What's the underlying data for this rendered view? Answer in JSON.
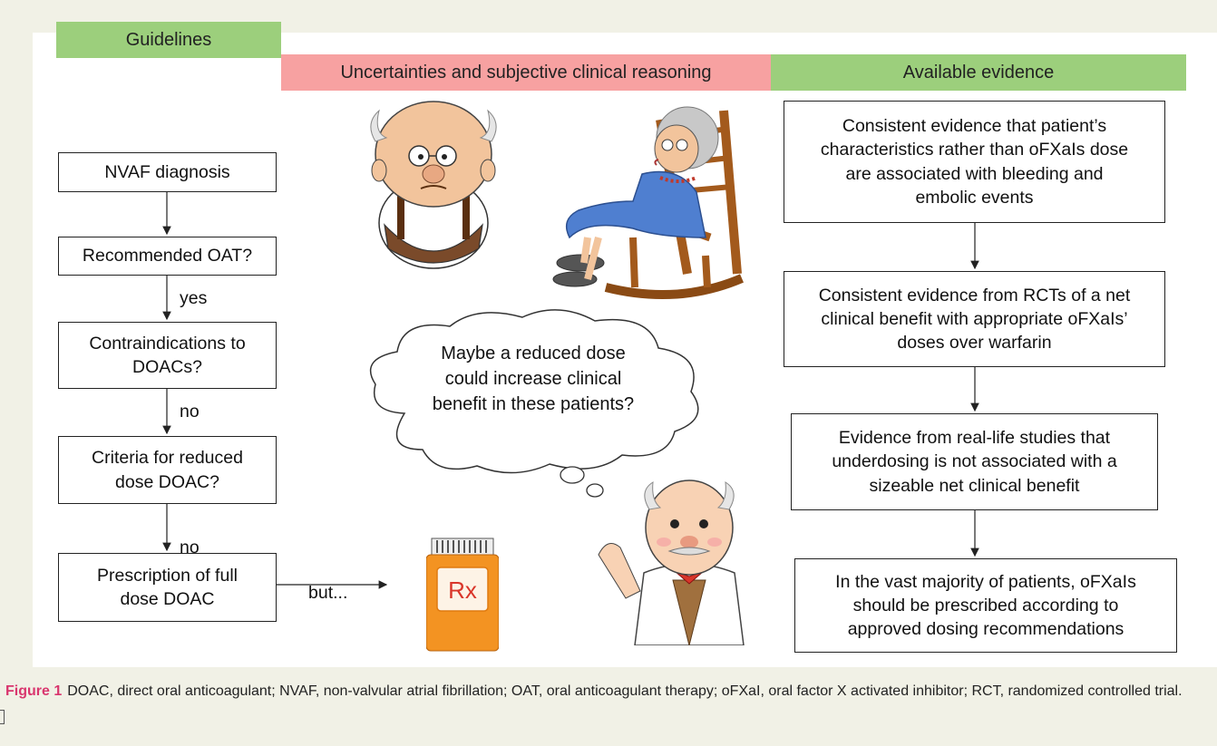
{
  "headers": {
    "guidelines": "Guidelines",
    "uncertainties": "Uncertainties and subjective clinical reasoning",
    "evidence": "Available evidence"
  },
  "flow": {
    "nvaf": "NVAF diagnosis",
    "recommended_oat": "Recommended OAT?",
    "yes": "yes",
    "contra_1": "Contraindications to",
    "contra_2": "DOACs?",
    "no1": "no",
    "criteria_1": "Criteria for reduced",
    "criteria_2": "dose DOAC?",
    "no2": "no",
    "prescription_1": "Prescription of full",
    "prescription_2": "dose DOAC",
    "but": "but..."
  },
  "thought": {
    "line1": "Maybe a reduced dose",
    "line2": "could increase clinical",
    "line3": "benefit in these patients?"
  },
  "rx_label": "Rx",
  "evidence": {
    "e1_1": "Consistent evidence that patient’s",
    "e1_2": "characteristics rather than oFXaIs dose",
    "e1_3": "are associated with bleeding and",
    "e1_4": "embolic events",
    "e2_1": "Consistent evidence from RCTs of a net",
    "e2_2": "clinical benefit with appropriate oFXaIs’",
    "e2_3": "doses over warfarin",
    "e3_1": "Evidence from real-life studies that",
    "e3_2": "underdosing is not associated with a",
    "e3_3": "sizeable net clinical benefit",
    "e4_1": "In the vast majority of patients, oFXaIs",
    "e4_2": "should be prescribed according to",
    "e4_3": "approved dosing recommendations"
  },
  "caption": {
    "label": "Figure 1",
    "text": "DOAC, direct oral anticoagulant; NVAF, non-valvular atrial fibrillation; OAT, oral anticoagulant therapy; oFXaI, oral factor X activated inhibitor; RCT, randomized controlled trial."
  },
  "colors": {
    "header_green": "#9ccf7c",
    "header_red": "#f7a1a1",
    "caption_label": "#d9366e",
    "bottle_orange": "#f39322"
  },
  "icons": [
    "elderly-man-icon",
    "elderly-woman-rocking-chair-icon",
    "doctor-icon",
    "prescription-bottle-icon",
    "thought-cloud-icon"
  ]
}
